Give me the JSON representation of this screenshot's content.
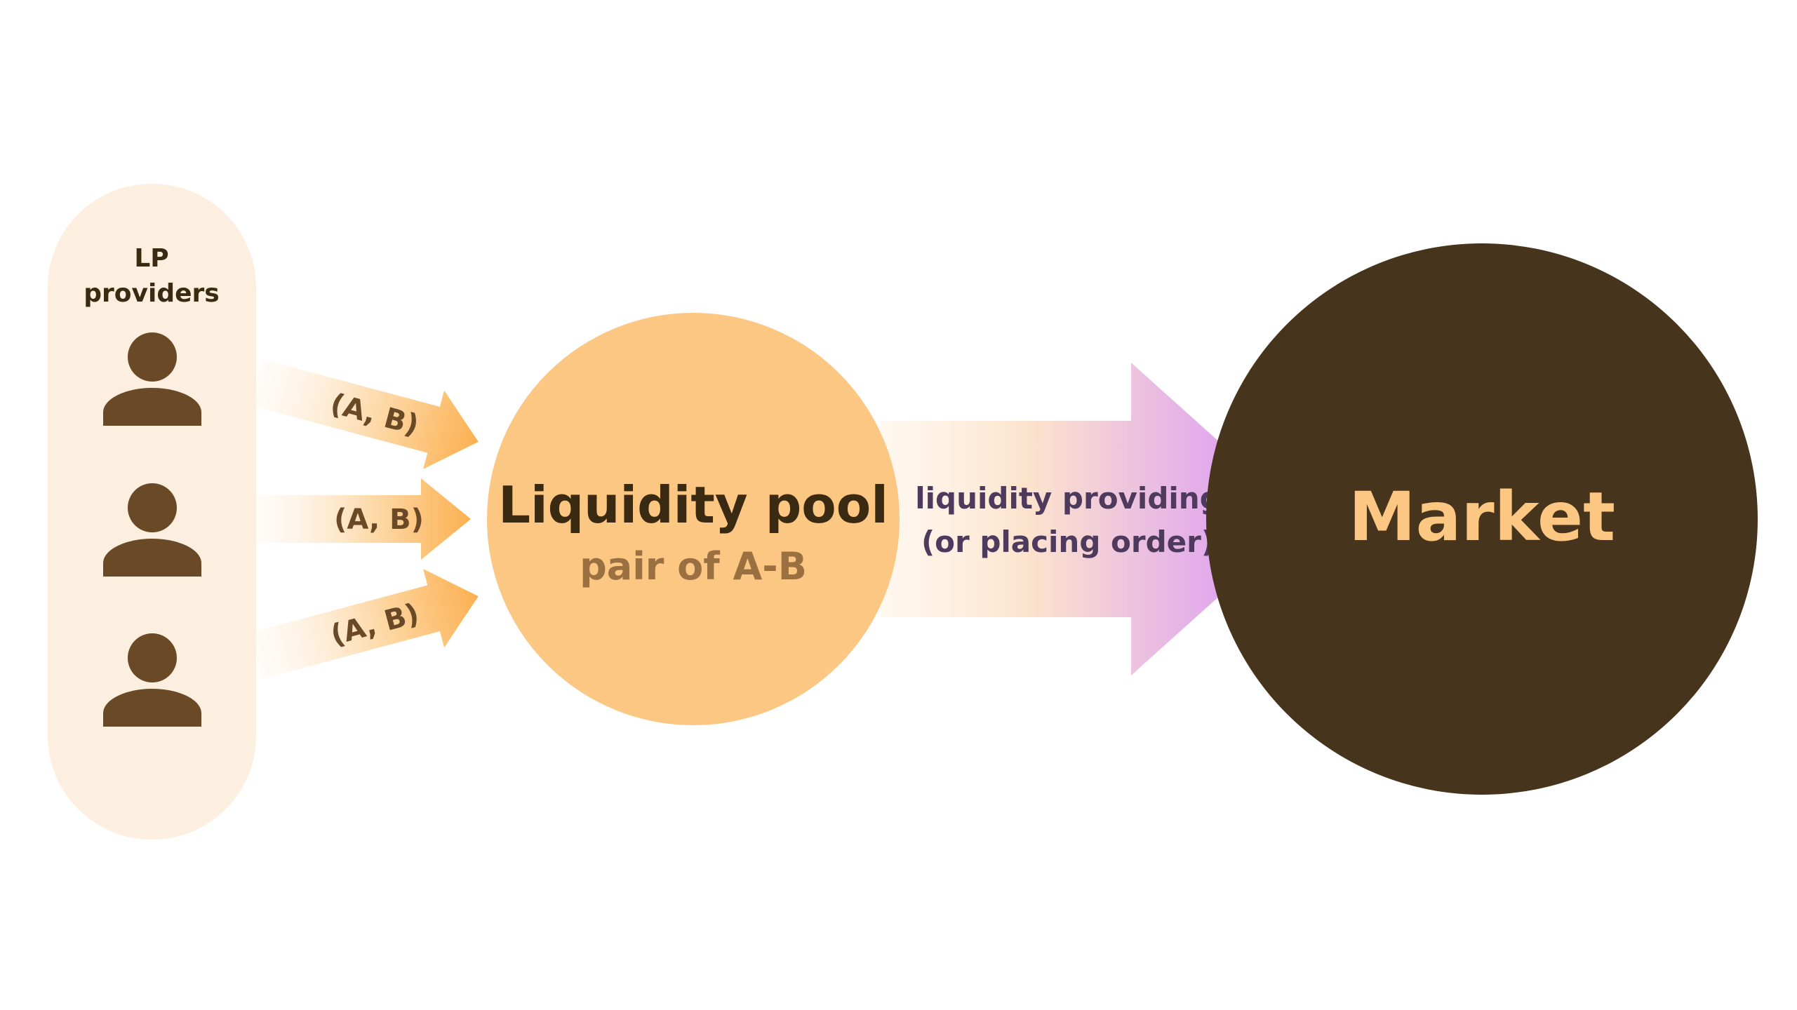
{
  "providers": {
    "title_line1": "LP",
    "title_line2": "providers",
    "icon": "person-icon",
    "count": 3
  },
  "flows": [
    {
      "label": "(A, B)"
    },
    {
      "label": "(A, B)"
    },
    {
      "label": "(A, B)"
    }
  ],
  "pool": {
    "title": "Liquidity pool",
    "subtitle": "pair of A-B"
  },
  "big_arrow": {
    "line1": "liquidity providing",
    "line2": "(or placing order)"
  },
  "market": {
    "title": "Market"
  },
  "colors": {
    "panel_bg": "#FDEFE0",
    "person": "#6A4A26",
    "pool_fill": "#FCC782",
    "pool_title": "#3B2A12",
    "pool_subtitle": "#9A7040",
    "market_fill": "#47341C",
    "market_text": "#FCC782",
    "arrow_small": "#FCB050",
    "arrow_small_fade": "#FDEFE0",
    "big_arrow_start": "#FEF3E5",
    "big_arrow_end": "#D48EFC",
    "big_arrow_text": "#4E3A5C",
    "flow_label": "#6A4A26"
  }
}
